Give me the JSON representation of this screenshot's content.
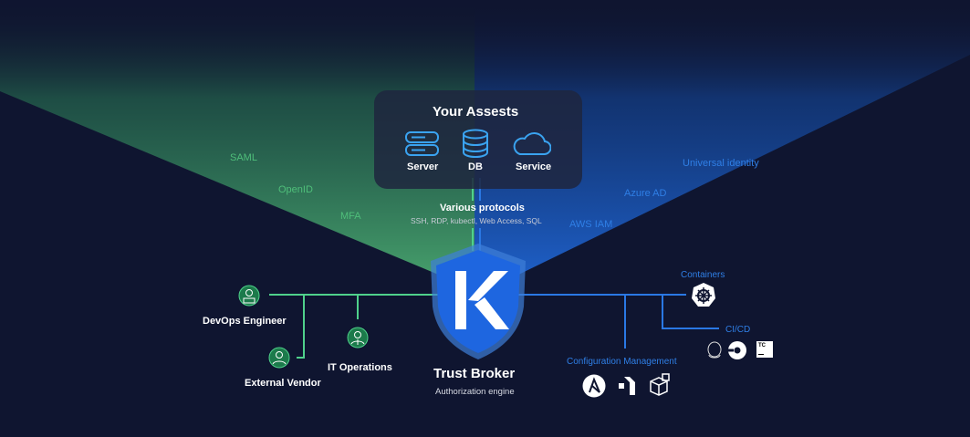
{
  "assets": {
    "title": "Your Assests",
    "items": [
      {
        "label": "Server"
      },
      {
        "label": "DB"
      },
      {
        "label": "Service"
      }
    ]
  },
  "protocols": {
    "title": "Various protocols",
    "list": "SSH, RDP, kubectl, Web Access, SQL"
  },
  "green_labels": [
    "SAML",
    "OpenID",
    "MFA"
  ],
  "blue_labels": [
    "Universal identity",
    "Azure AD",
    "AWS IAM"
  ],
  "broker": {
    "title": "Trust Broker",
    "subtitle": "Authorization engine"
  },
  "users": [
    {
      "label": "DevOps Engineer"
    },
    {
      "label": "External Vendor"
    },
    {
      "label": "IT Operations"
    }
  ],
  "resources": {
    "containers": "Containers",
    "cicd": "CI/CD",
    "config": "Configuration Management",
    "tc_text": "TC"
  },
  "colors": {
    "green": "#4fd18b",
    "blue": "#2a78e4",
    "bg": "#0f1530"
  }
}
